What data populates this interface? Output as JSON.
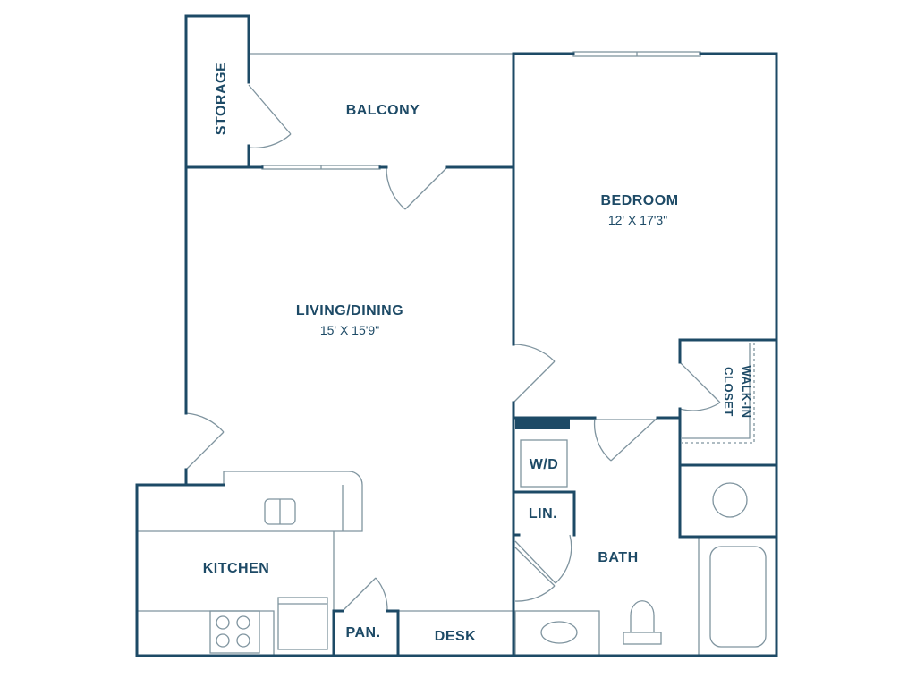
{
  "rooms": {
    "storage": {
      "label": "STORAGE"
    },
    "balcony": {
      "label": "BALCONY"
    },
    "bedroom": {
      "label": "BEDROOM",
      "dimensions": "12' X 17'3\""
    },
    "living_dining": {
      "label": "LIVING/DINING",
      "dimensions": "15' X 15'9\""
    },
    "walk_in_closet": {
      "label_line1": "WALK-IN",
      "label_line2": "CLOSET"
    },
    "washer_dryer": {
      "label": "W/D"
    },
    "linen": {
      "label": "LIN."
    },
    "bath": {
      "label": "BATH"
    },
    "kitchen": {
      "label": "KITCHEN"
    },
    "pantry": {
      "label": "PAN."
    },
    "desk": {
      "label": "DESK"
    }
  },
  "colors": {
    "wall": "#1d4a66",
    "fixture": "#7f949f"
  }
}
